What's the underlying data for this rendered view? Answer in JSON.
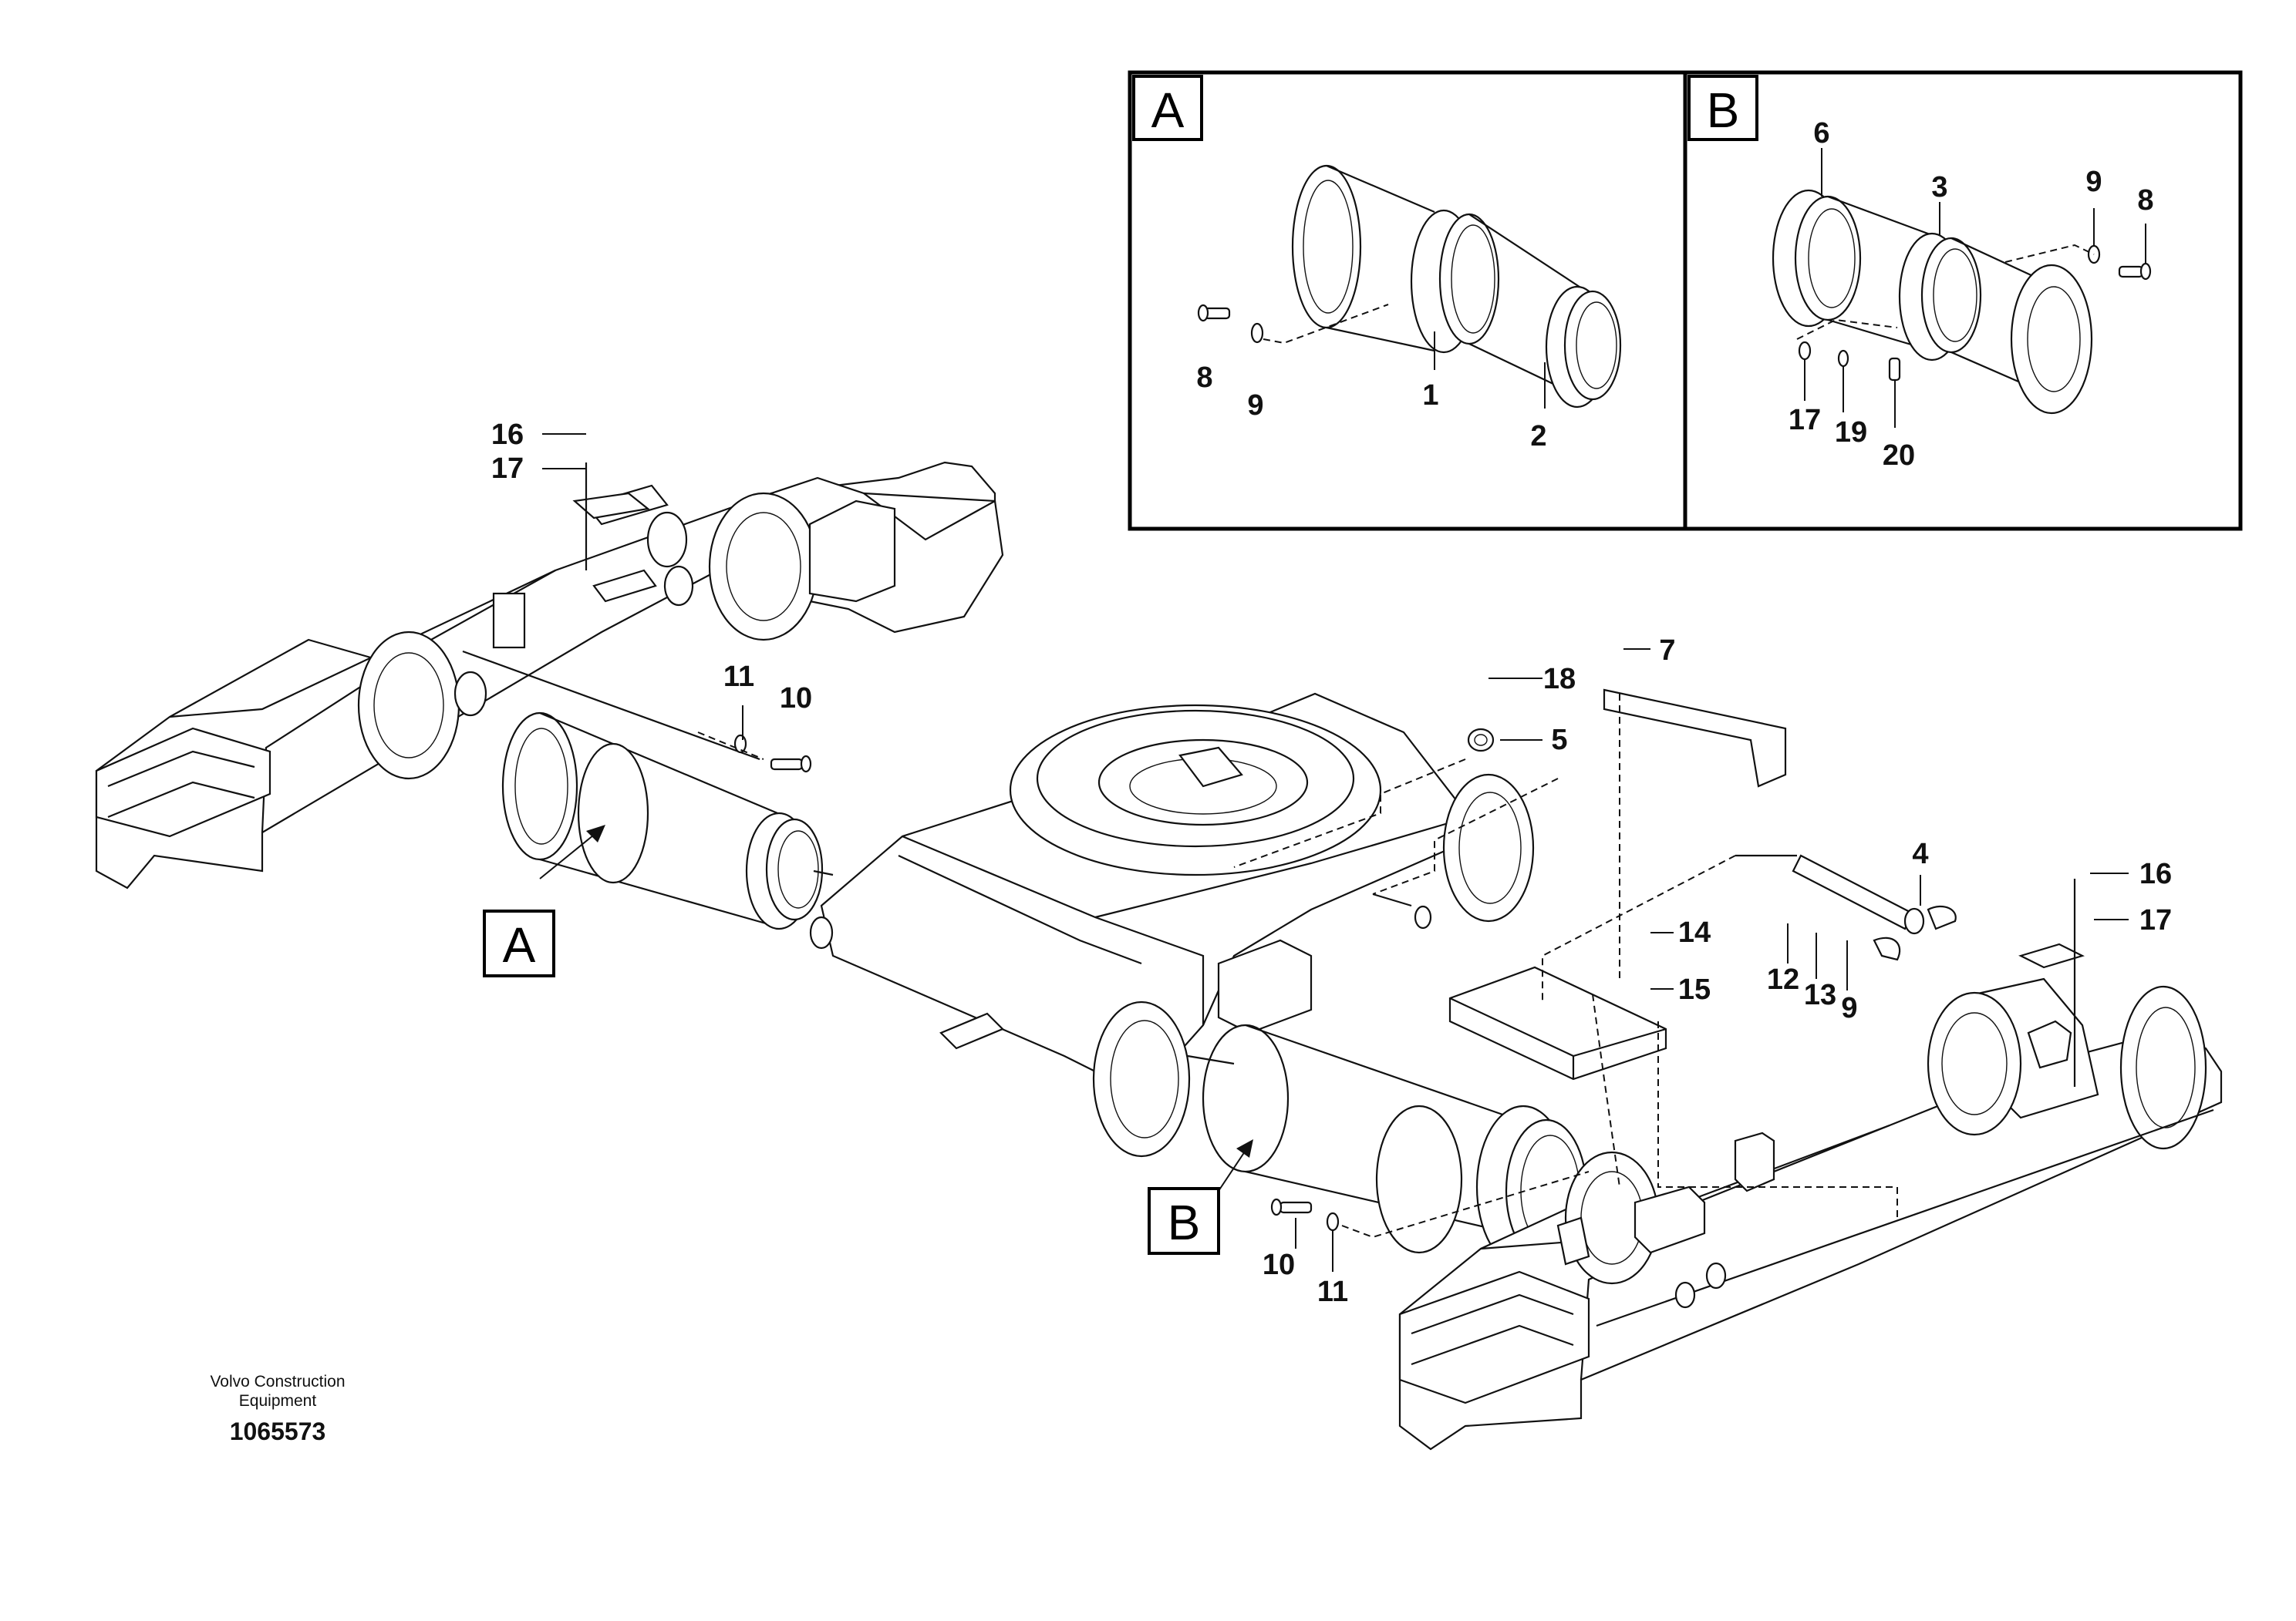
{
  "detail_panels": [
    {
      "letter": "A",
      "parts": [
        "1",
        "2",
        "8",
        "9"
      ]
    },
    {
      "letter": "B",
      "parts": [
        "3",
        "6",
        "8",
        "9",
        "17",
        "19",
        "20"
      ]
    }
  ],
  "callouts": {
    "main_a": "A",
    "main_b": "B",
    "a_1": "1",
    "a_2": "2",
    "a_8": "8",
    "a_9": "9",
    "b_6": "6",
    "b_3": "3",
    "b_9": "9",
    "b_8": "8",
    "b_17": "17",
    "b_19": "19",
    "b_20": "20",
    "m_16_top": "16",
    "m_17_top": "17",
    "m_11_top": "11",
    "m_10_top": "10",
    "m_7": "7",
    "m_18": "18",
    "m_5": "5",
    "m_4": "4",
    "m_14": "14",
    "m_15": "15",
    "m_12": "12",
    "m_13": "13",
    "m_9": "9",
    "m_16_right": "16",
    "m_17_right": "17",
    "m_10_bottom": "10",
    "m_11_bottom": "11"
  },
  "footer": {
    "manufacturer_line1": "Volvo Construction",
    "manufacturer_line2": "Equipment",
    "drawing_number": "1065573"
  }
}
